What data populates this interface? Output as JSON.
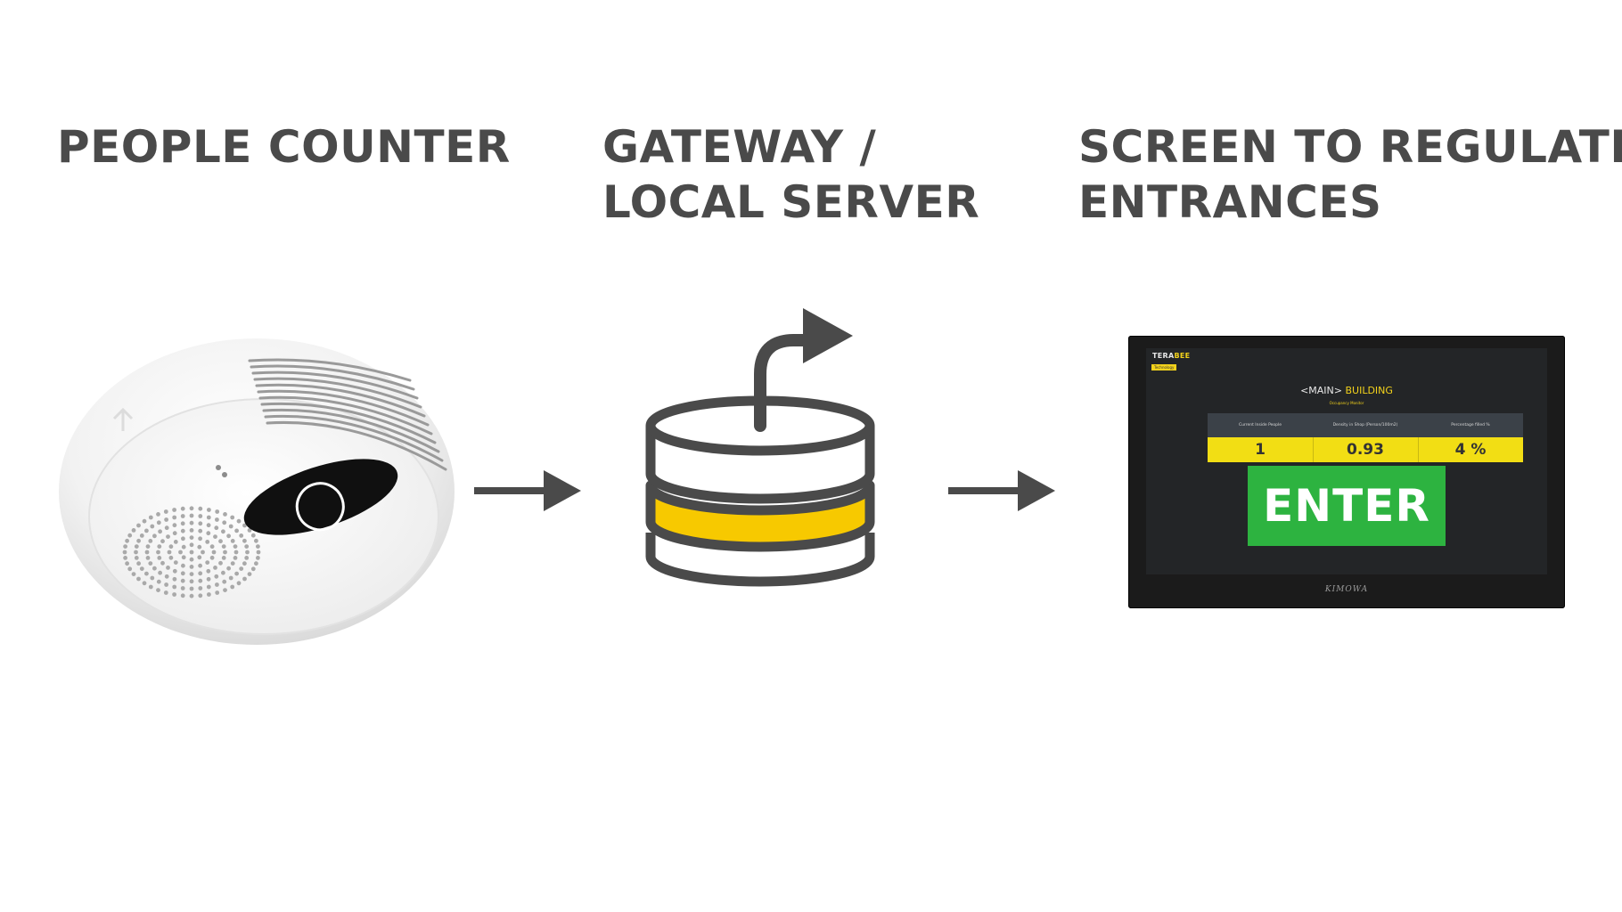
{
  "stages": [
    {
      "label_lines": [
        "PEOPLE COUNTER"
      ]
    },
    {
      "label_lines": [
        "GATEWAY /",
        "LOCAL SERVER"
      ]
    },
    {
      "label_lines": [
        "SCREEN TO REGULATE",
        "ENTRANCES"
      ]
    }
  ],
  "colors": {
    "heading": "#4a4a4a",
    "arrow": "#4a4a4a",
    "accent_yellow": "#f7c900",
    "enter_green": "#2db340"
  },
  "icons": [
    "people-counter-sensor",
    "arrow-right-icon",
    "database-icon",
    "share-arrow-icon",
    "monitor"
  ],
  "screen": {
    "brand_main": "TERA",
    "brand_accent": "BEE",
    "tag": "Technology",
    "title_main": "<MAIN>",
    "title_sub": " BUILDING",
    "subtitle": "Occupancy Monitor",
    "columns": [
      "Current Inside People",
      "Density in Shop (Person/100m2)",
      "Percentage filled %"
    ],
    "values": [
      "1",
      "0.93",
      "4 %"
    ],
    "button": "ENTER",
    "maker": "KIMOWA"
  }
}
